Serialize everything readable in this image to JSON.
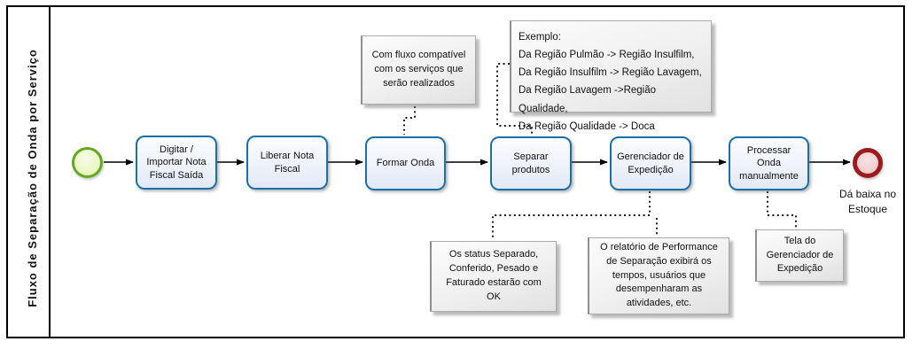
{
  "diagram": {
    "lane_title": "Fluxo de Separação de Onda por Serviço",
    "tasks": [
      {
        "label": "Digitar / Importar Nota Fiscal Saída"
      },
      {
        "label": "Liberar Nota Fiscal"
      },
      {
        "label": "Formar Onda"
      },
      {
        "label": "Separar produtos"
      },
      {
        "label": "Gerenciador de Expedição"
      },
      {
        "label": "Processar Onda manualmente"
      }
    ],
    "events": {
      "start": {
        "name": "start-event"
      },
      "end": {
        "name": "end-event",
        "label": "Dá baixa no Estoque"
      }
    },
    "notes": [
      {
        "text": "Com fluxo compatível com os serviços que serão realizados"
      },
      {
        "text": "Exemplo:\nDa Região Pulmão -> Região  Insulfilm,\nDa Região Insulfilm -> Região Lavagem,\nDa Região Lavagem ->Região Qualidade,\nDa Região Qualidade -> Doca"
      },
      {
        "text": "Os status Separado, Conferido, Pesado e Faturado estarão com OK"
      },
      {
        "text": "O relatório de Performance de Separação exibirá os tempos, usuários que desempenharam as atividades, etc."
      },
      {
        "text": "Tela do Gerenciador de Expedição"
      }
    ],
    "colors": {
      "task_border": "#1d70a7",
      "task_fill": "#eef2fb",
      "start_border": "#64a823",
      "start_fill": "#ecf8c9",
      "end_border": "#9b1b1e",
      "end_fill": "#f2cfcf",
      "note_fill": "#efefef",
      "line": "#000000"
    }
  }
}
